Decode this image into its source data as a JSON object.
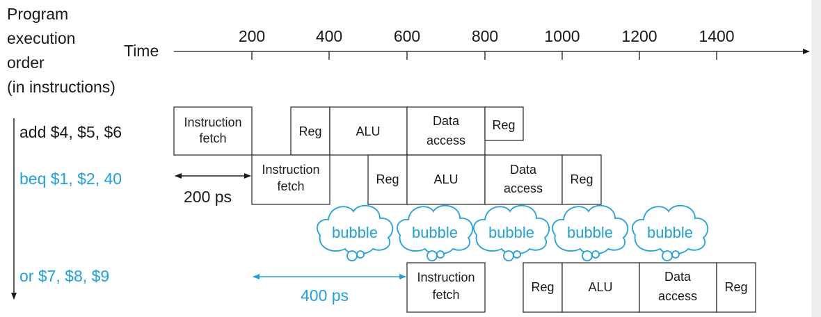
{
  "order_label": [
    "Program",
    "execution",
    "order",
    "(in instructions)"
  ],
  "time_label": "Time",
  "ticks": [
    "200",
    "400",
    "600",
    "800",
    "1000",
    "1200",
    "1400"
  ],
  "instructions": [
    {
      "text": "add $4, $5, $6",
      "color": "#1a1a1a"
    },
    {
      "text": "beq $1, $2, 40",
      "color": "#1da1e0"
    },
    {
      "text": "or $7, $8, $9",
      "color": "#1da1e0"
    }
  ],
  "stages": {
    "if": [
      "Instruction",
      "fetch"
    ],
    "reg": "Reg",
    "alu": "ALU",
    "mem": [
      "Data",
      "access"
    ]
  },
  "delay_200": "200 ps",
  "delay_400": "400 ps",
  "bubble_label": "bubble",
  "bubble_count": 5,
  "colors": {
    "accent": "#1da1e0",
    "ink": "#1a1a1a",
    "box_stroke": "#333333"
  }
}
